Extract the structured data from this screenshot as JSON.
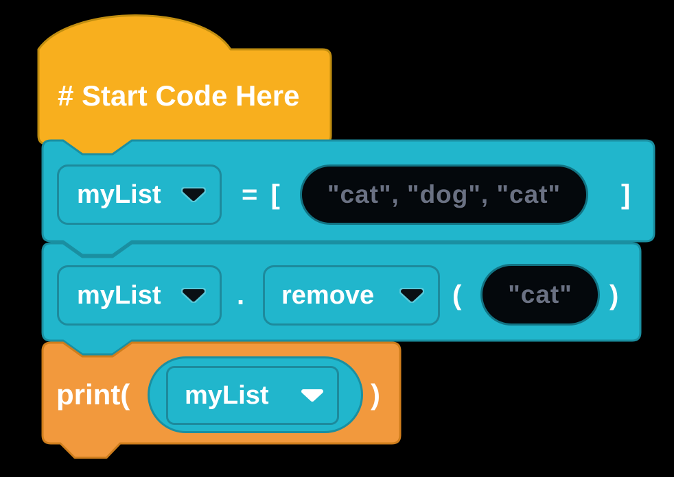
{
  "workspace": {
    "background": "#000000"
  },
  "palette": {
    "hat_fill": "#F8AF1E",
    "hat_stroke": "#C18E10",
    "teal_fill": "#21B6CC",
    "teal_stroke": "#1A8FA1",
    "field_border": "#1D8A9C",
    "orange_fill": "#F2993D",
    "orange_stroke": "#CE7D1C",
    "literal_bg": "#04080C",
    "literal_text": "#6A7183",
    "block_text": "#FFFFFF"
  },
  "blocks": {
    "start_hat": {
      "label": "# Start Code Here"
    },
    "list_assign": {
      "variable": "myList",
      "operator": "= [",
      "items": "\"cat\", \"dog\", \"cat\"",
      "close_bracket": "]"
    },
    "list_method": {
      "variable": "myList",
      "dot": ".",
      "method": "remove",
      "open_paren": "(",
      "argument": "\"cat\"",
      "close_paren": ")"
    },
    "print": {
      "label": "print(",
      "variable": "myList",
      "close_paren": ")"
    }
  }
}
